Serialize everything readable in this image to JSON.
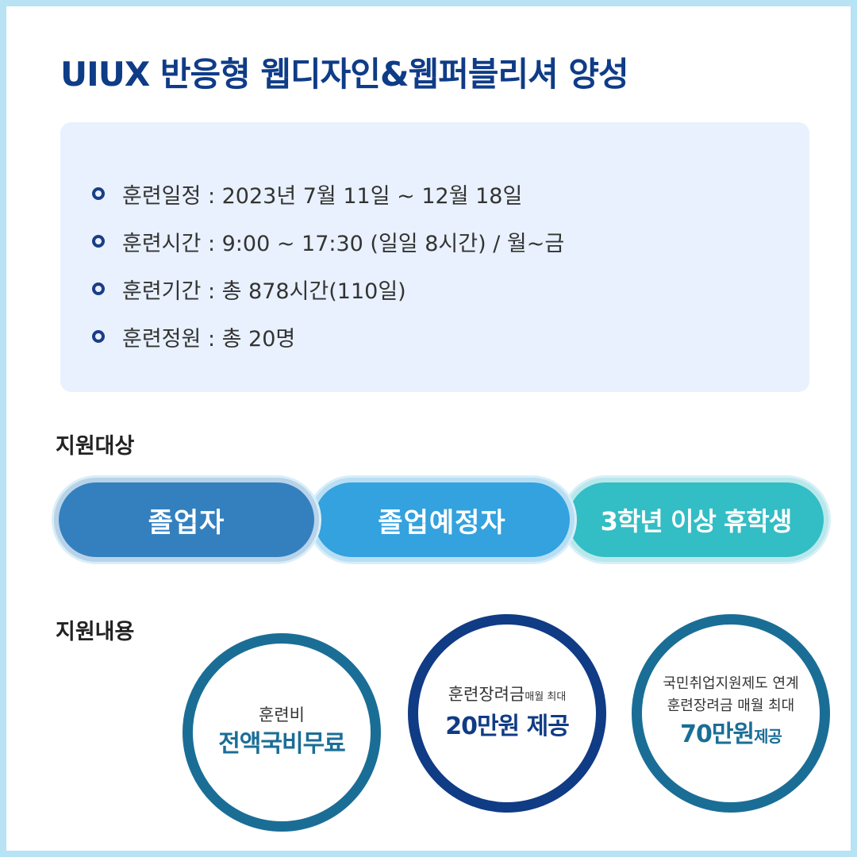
{
  "title": "UIUX 반응형 웹디자인&웹퍼블리셔 양성",
  "info": [
    "훈련일정 : 2023년 7월 11일 ~ 12월 18일",
    "훈련시간 : 9:00 ~ 17:30 (일일 8시간) / 월~금",
    "훈련기간 : 총 878시간(110일)",
    "훈련정원 : 총 20명"
  ],
  "target": {
    "label": "지원대상",
    "items": [
      "졸업자",
      "졸업예정자",
      "3학년 이상 휴학생"
    ]
  },
  "support": {
    "label": "지원내용",
    "c1": {
      "line1": "훈련비",
      "big": "전액국비무료"
    },
    "c2": {
      "line1": "훈련장려금",
      "line1_small": "매월 최대",
      "big": "20만원 제공"
    },
    "c3": {
      "line1": "국민취업지원제도 연계",
      "line2": "훈련장려금 매월 최대",
      "big": "70만원",
      "big_suffix": "제공"
    }
  },
  "colors": {
    "title": "#0f3c87",
    "pill_1": "#3480bf",
    "pill_2": "#33a2de",
    "pill_3": "#33bdc5",
    "circle_teal": "#1a6e96",
    "circle_navy": "#103b85",
    "frame": "#b7e3f5"
  }
}
